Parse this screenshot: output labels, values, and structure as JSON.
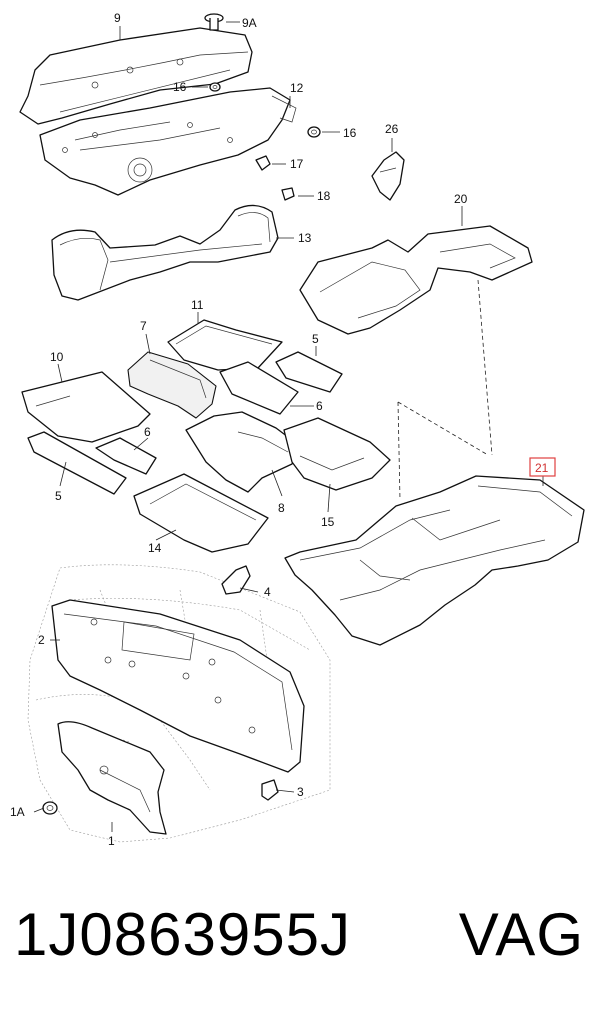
{
  "diagram": {
    "callouts": {
      "c9": "9",
      "c9a": "9A",
      "c16a": "16",
      "c16b": "16",
      "c12": "12",
      "c17": "17",
      "c18": "18",
      "c13": "13",
      "c26": "26",
      "c20": "20",
      "c11": "11",
      "c7": "7",
      "c5a": "5",
      "c10": "10",
      "c6a": "6",
      "c6b": "6",
      "c5b": "5",
      "c8": "8",
      "c15": "15",
      "c14": "14",
      "c4": "4",
      "c2": "2",
      "c3": "3",
      "c1a": "1A",
      "c1": "1"
    },
    "highlighted": "21"
  },
  "footer": {
    "part_number": "1J0863955J",
    "brand": "VAG"
  }
}
